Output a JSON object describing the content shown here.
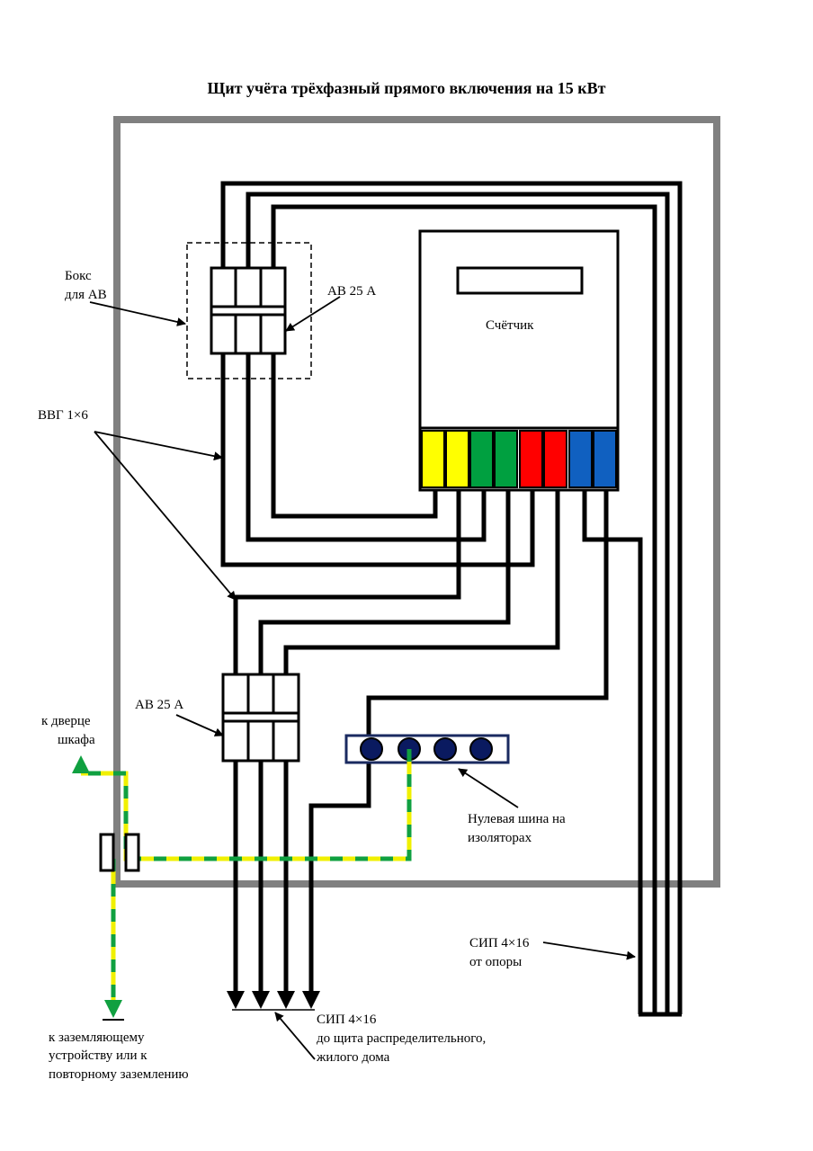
{
  "title": "Щит учёта трёхфазный прямого включения на 15 кВт",
  "labels": {
    "box_for_breaker_line1": "Бокс",
    "box_for_breaker_line2": "для АВ",
    "breaker_top": "АВ 25 А",
    "meter": "Счётчик",
    "vvg_cable": "ВВГ 1×6",
    "breaker_bottom": "АВ 25 А",
    "door_line1": "к дверце",
    "door_line2": "шкафа",
    "neutral_bus_line1": "Нулевая шина на",
    "neutral_bus_line2": "изоляторах",
    "sip_input_line1": "СИП 4×16",
    "sip_input_line2": "от опоры",
    "sip_output_line1": "СИП 4×16",
    "sip_output_line2": "до щита распределительного,",
    "sip_output_line3": "жилого дома",
    "ground_line1": "к заземляющему",
    "ground_line2": "устройству или к",
    "ground_line3": "повторному заземлению"
  },
  "colors": {
    "cabinet": "#808080",
    "wire": "#000000",
    "terminal_phase_a": "#ffff00",
    "terminal_phase_b": "#00a040",
    "terminal_phase_c": "#ff0000",
    "terminal_neutral": "#1060c0",
    "ground_yellow": "#f0f000",
    "ground_green": "#10a040",
    "neutral_bus_frame": "#1a2a60",
    "neutral_bus_hole": "#0a1a60"
  }
}
